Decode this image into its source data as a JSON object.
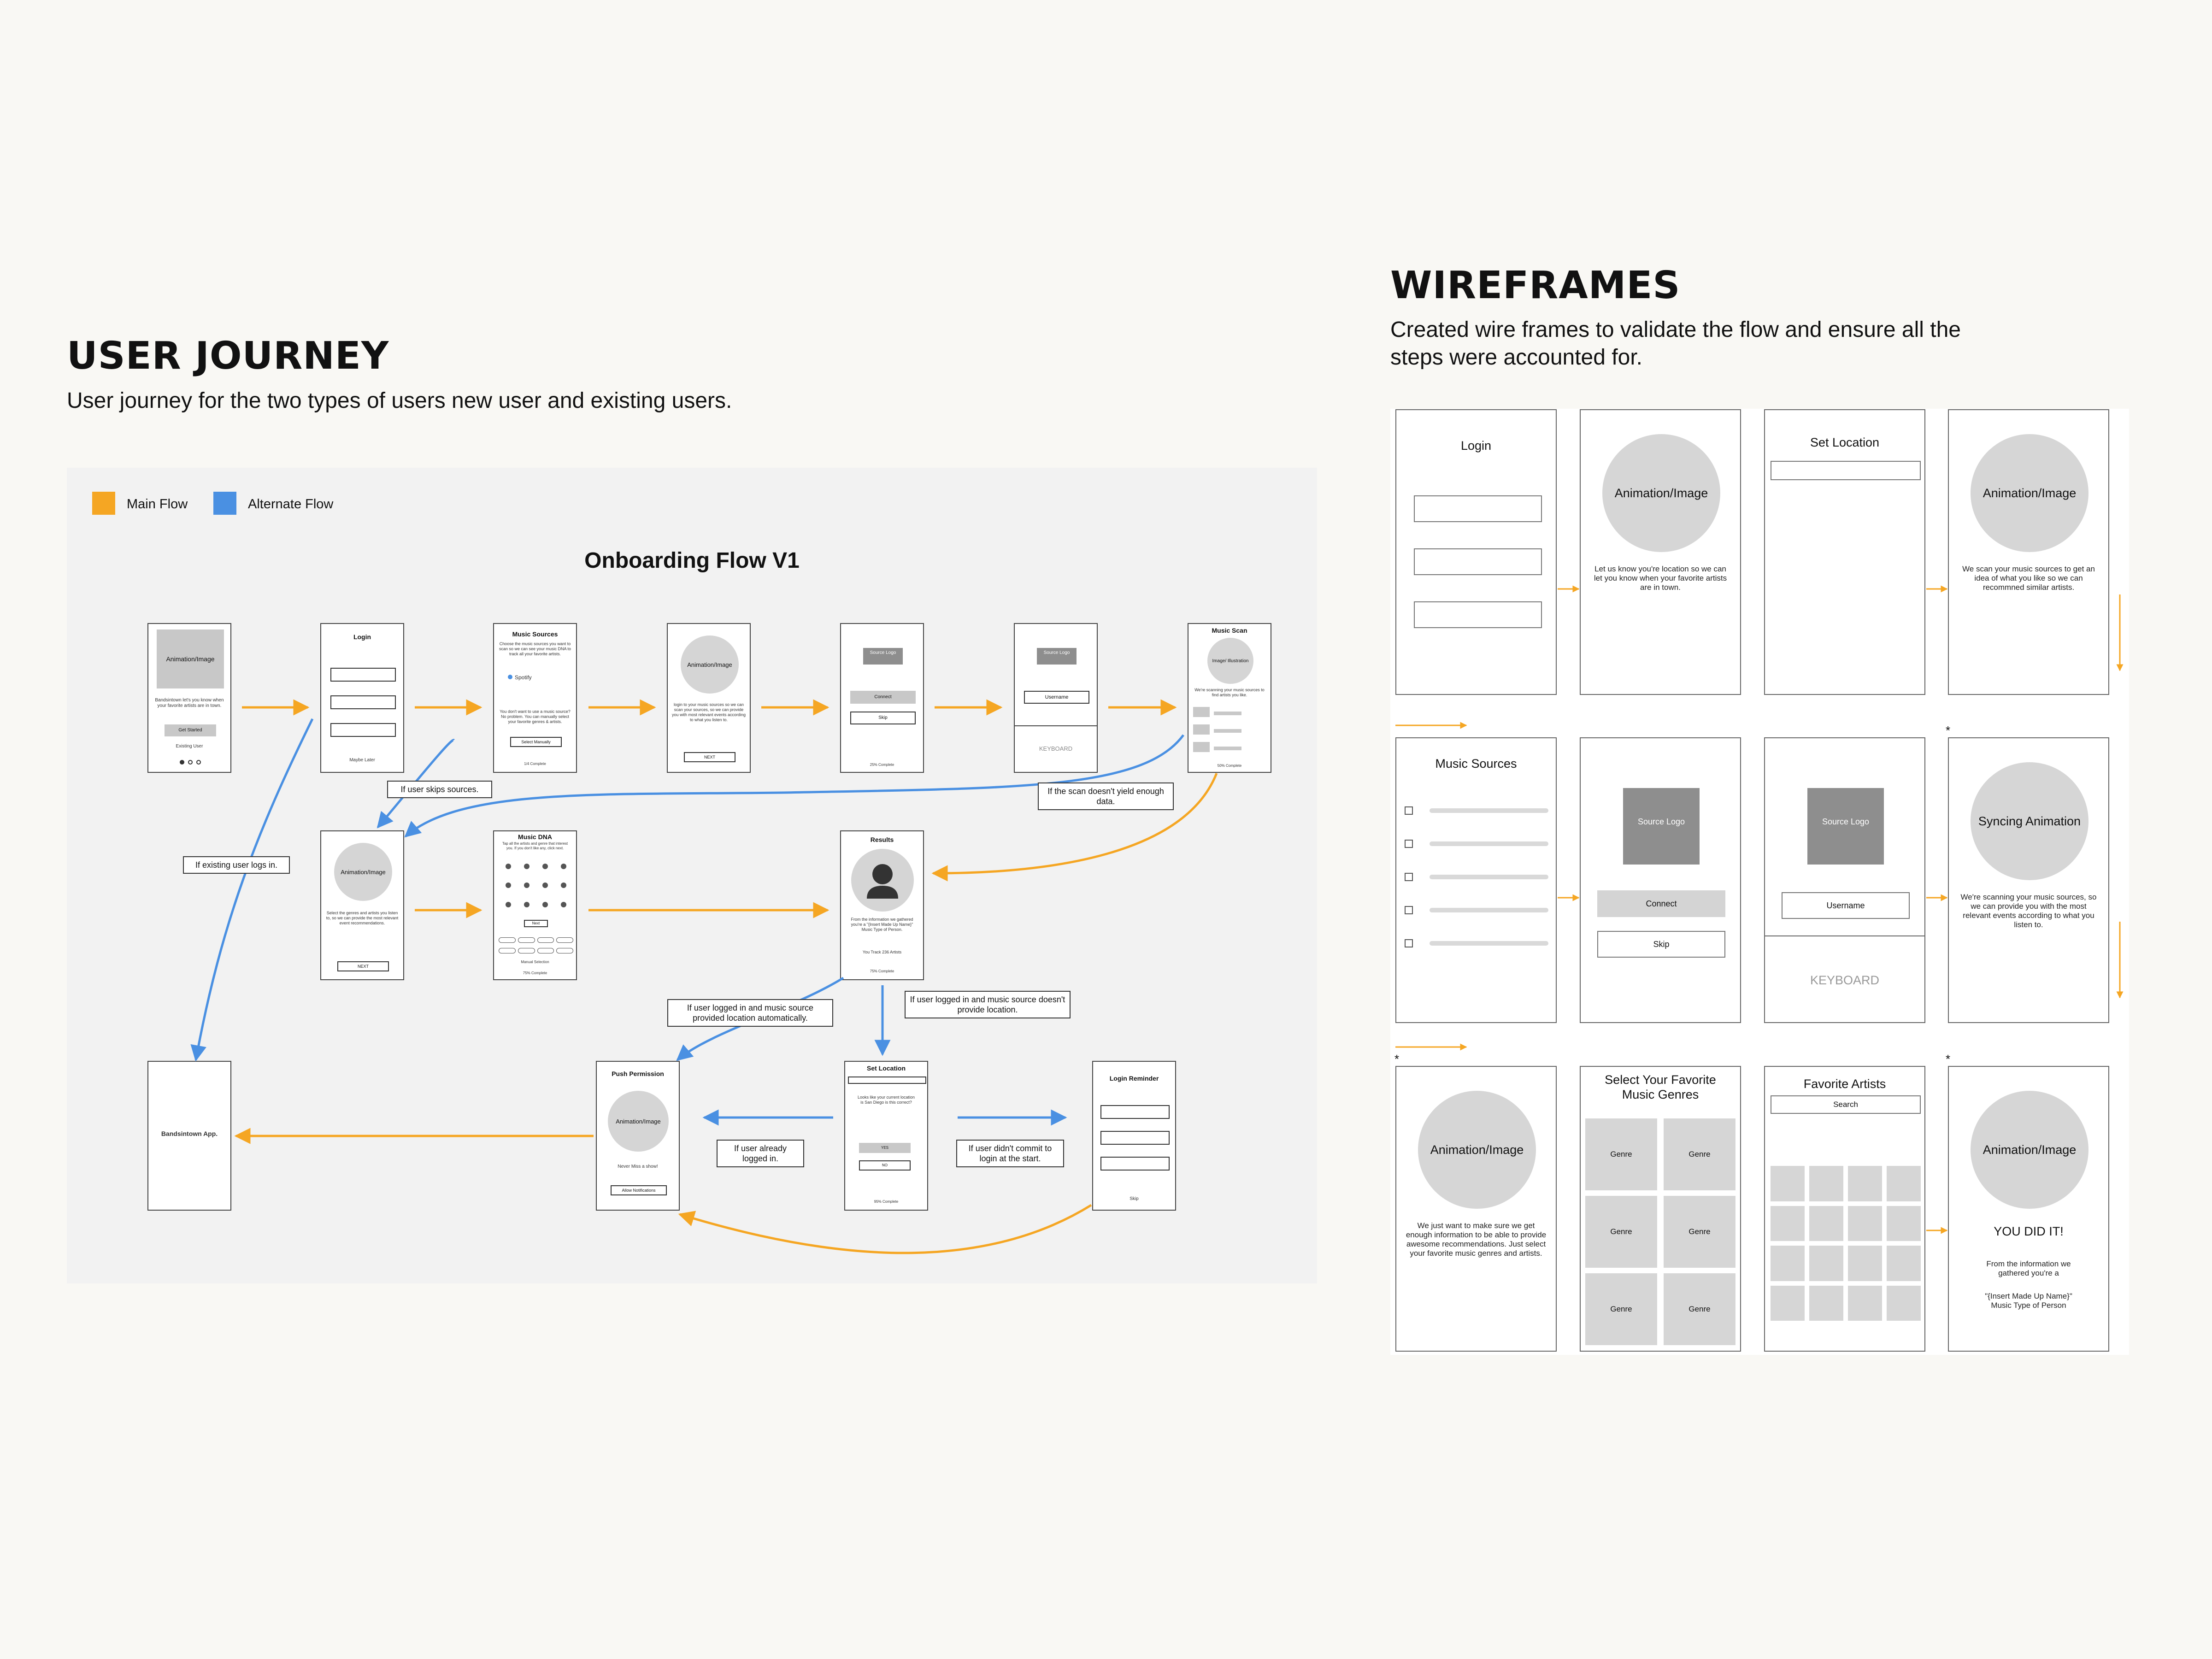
{
  "journey": {
    "title": "USER JOURNEY",
    "subtitle": "User journey for the two types of users new user and existing users.",
    "legend": {
      "main": {
        "label": "Main Flow",
        "color": "#f5a623"
      },
      "alt": {
        "label": "Alternate Flow",
        "color": "#4a90e2"
      }
    },
    "flow_title": "Onboarding Flow V1",
    "screens": {
      "welcome": {
        "img": "Animation/Image",
        "text": "Bandsintown let's you know when your favorite artists are in town.",
        "btn": "Get Started",
        "link": "Existing User"
      },
      "login": {
        "title": "Login",
        "link": "Maybe Later"
      },
      "sources": {
        "title": "Music Sources",
        "text": "Choose the music sources you want to scan so we can see your music DNA to track all your favorite artists.",
        "opt": "Spotify",
        "text2": "You don't want to use a music source? No problem. You can manually select your favorite genres & artists.",
        "btn": "Select Manually",
        "foot": "1/4 Complete"
      },
      "anim2": {
        "img": "Animation/Image",
        "text": "login to your music sources so we can scan your sources, so we can provide you with most relevant events according to what you listen to.",
        "btn": "NEXT"
      },
      "connect": {
        "logo": "Source Logo",
        "btn1": "Connect",
        "btn2": "Skip",
        "foot": "25% Complete"
      },
      "username": {
        "logo": "Source Logo",
        "field": "Username",
        "kb": "KEYBOARD"
      },
      "scan": {
        "title": "Music Scan",
        "img": "Image/ Illustration",
        "text": "We're scanning your music sources to find artists you like.",
        "foot": "50% Complete"
      },
      "anim3": {
        "img": "Animation/Image",
        "text": "Select the genres and artists you listen to, so we can provide the most relevant event recommendations.",
        "btn": "NEXT"
      },
      "dna": {
        "title": "Music DNA",
        "text": "Tap all the artists and genre that interest you. If you don't like any, click next.",
        "btn": "Next",
        "link": "Manual Selection",
        "foot": "75% Complete"
      },
      "results": {
        "title": "Results",
        "text": "From the information we gathered you're a \"{Insert Made Up Name}\" Music Type of Person.",
        "text2": "You Track 236 Artists",
        "foot": "75% Complete"
      },
      "app": {
        "text": "Bandsintown App."
      },
      "push": {
        "title": "Push Permission",
        "img": "Animation/Image",
        "text": "Never Miss a show!",
        "btn": "Allow Notifications"
      },
      "location": {
        "title": "Set Location",
        "text": "Looks like your current location is San Diego is this correct?",
        "btn1": "YES",
        "btn2": "NO",
        "foot": "95% Complete"
      },
      "reminder": {
        "title": "Login Reminder",
        "link": "Skip"
      }
    },
    "labels": {
      "skips": "If user skips sources.",
      "scan_fail": "If the scan doesn't yield enough data.",
      "existing": "If existing user logs in.",
      "auto_loc": "If user logged in and music source provided location automatically.",
      "no_loc": "If user logged in and music source doesn't provide location.",
      "logged_in": "If user already logged in.",
      "no_commit": "If user didn't commit to login at the start."
    }
  },
  "wireframes": {
    "title": "WIREFRAMES",
    "subtitle": "Created wire frames to validate the flow and ensure all the steps were accounted for.",
    "login": {
      "title": "Login"
    },
    "anim_loc": {
      "img": "Animation/Image",
      "text": "Let us know you're location so we can let you know when your favorite artists are in town."
    },
    "set_location": {
      "title": "Set Location"
    },
    "anim_scan": {
      "img": "Animation/Image",
      "text": "We scan your music sources to get an idea of what you like so we can recommned similar artists."
    },
    "sources": {
      "title": "Music Sources"
    },
    "connect": {
      "logo": "Source Logo",
      "btn1": "Connect",
      "btn2": "Skip"
    },
    "username": {
      "logo": "Source Logo",
      "field": "Username",
      "kb": "KEYBOARD"
    },
    "syncing": {
      "img": "Syncing Animation",
      "text": "We're scanning your music sources, so we can provide you with the most relevant events according to what you listen to."
    },
    "anim_genre": {
      "img": "Animation/Image",
      "text": "We just want to make sure we get enough information to be able to provide awesome recommendations. Just select your favorite music genres and artists."
    },
    "genres": {
      "title": "Select Your Favorite Music Genres",
      "cell": "Genre"
    },
    "artists": {
      "title": "Favorite Artists",
      "search": "Search"
    },
    "done": {
      "img": "Animation/Image",
      "headline": "YOU DID IT!",
      "text": "From the information we gathered you're a",
      "text2": "\"{Insert Made Up Name}\" Music Type of Person"
    },
    "star": "*"
  }
}
